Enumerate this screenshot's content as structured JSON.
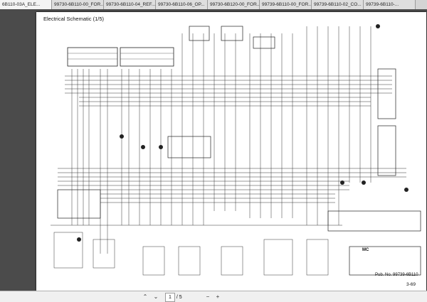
{
  "tabs": [
    {
      "label": "6B110-03A_ELE..."
    },
    {
      "label": "99730-6B110-00_FOR..."
    },
    {
      "label": "99730-6B110-04_REF..."
    },
    {
      "label": "99730-6B110-06_OP..."
    },
    {
      "label": "99730-6B120-00_FOR..."
    },
    {
      "label": "99739-6B110-00_FOR..."
    },
    {
      "label": "99739-6B110-02_CO..."
    },
    {
      "label": "99739-6B110-..."
    }
  ],
  "document": {
    "title": "Electrical Schematic (1/5)",
    "publication": "Pub. No. 99739-6B110",
    "page_label": "3-69",
    "legend_text": "MC"
  },
  "toolbar": {
    "prev_icon": "chevron-up-icon",
    "next_icon": "chevron-down-icon",
    "current_page": "1",
    "page_total": "/ 5",
    "zoom_out": "−",
    "zoom_in": "+"
  }
}
